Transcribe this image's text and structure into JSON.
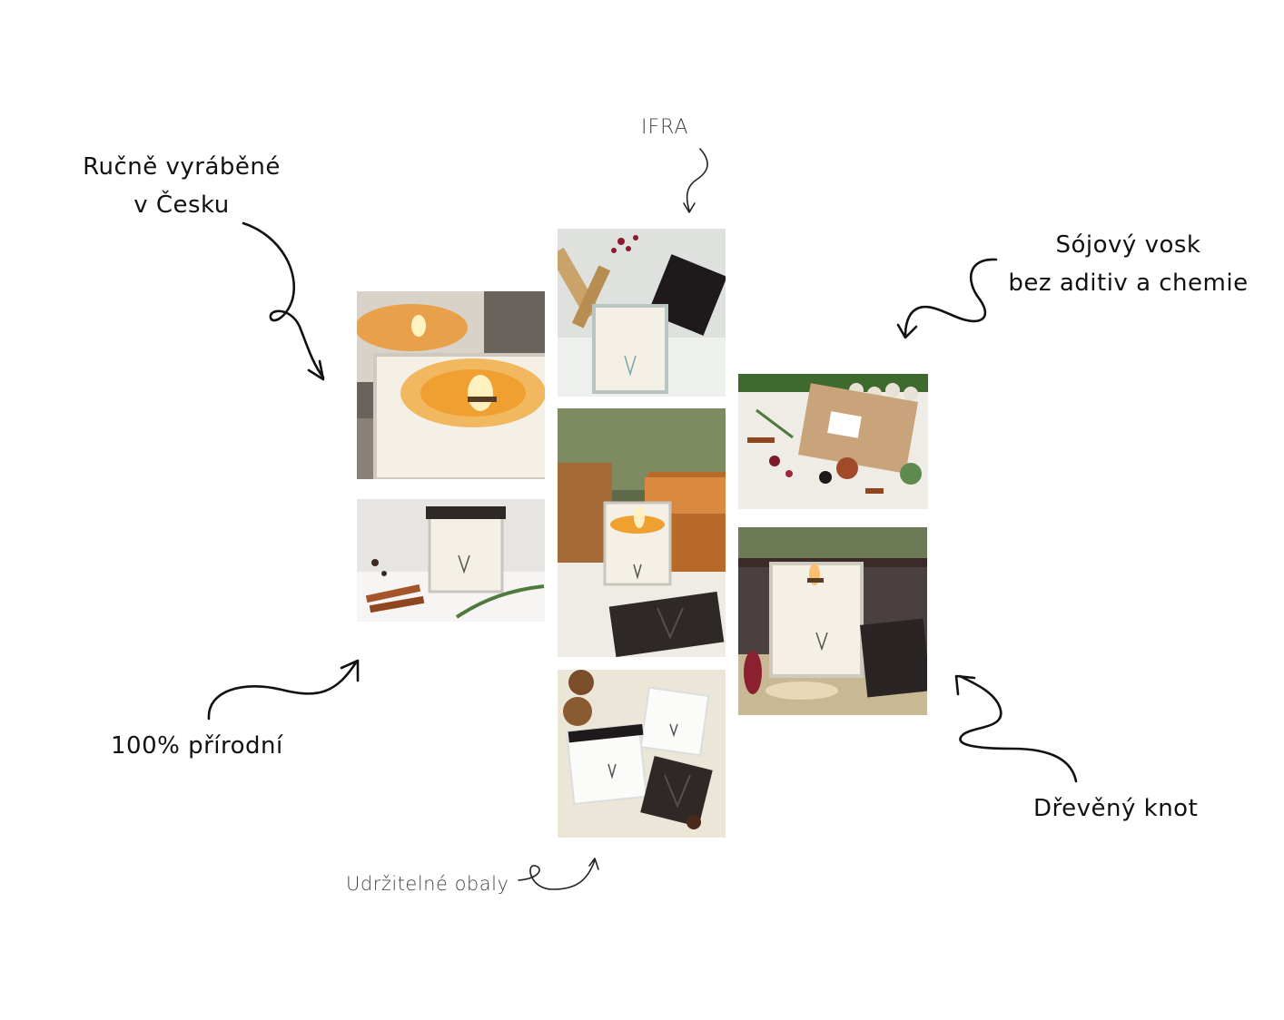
{
  "labels": {
    "handmade_line1": "Ručně vyráběné",
    "handmade_line2": "v Česku",
    "ifra": "IFRA",
    "soy_wax_line1": "Sójový vosk",
    "soy_wax_line2": "bez aditiv a chemie",
    "natural": "100% přírodní",
    "wooden_wick": "Dřevěný knot",
    "sustainable_packaging": "Udržitelné obaly"
  },
  "photos": [
    {
      "name": "photo-burning-candles-closeup"
    },
    {
      "name": "photo-candle-with-lid-cinnamon"
    },
    {
      "name": "photo-candle-palo-santo-berries"
    },
    {
      "name": "photo-candle-books-wine"
    },
    {
      "name": "photo-white-candles-pinecones"
    },
    {
      "name": "photo-gift-box-spices"
    },
    {
      "name": "photo-candle-window-dried-flowers"
    }
  ],
  "colors": {
    "text": "#111111",
    "wax": "#f4f0e6",
    "flame": "#f0a030",
    "wood_lid": "#2e2826"
  }
}
